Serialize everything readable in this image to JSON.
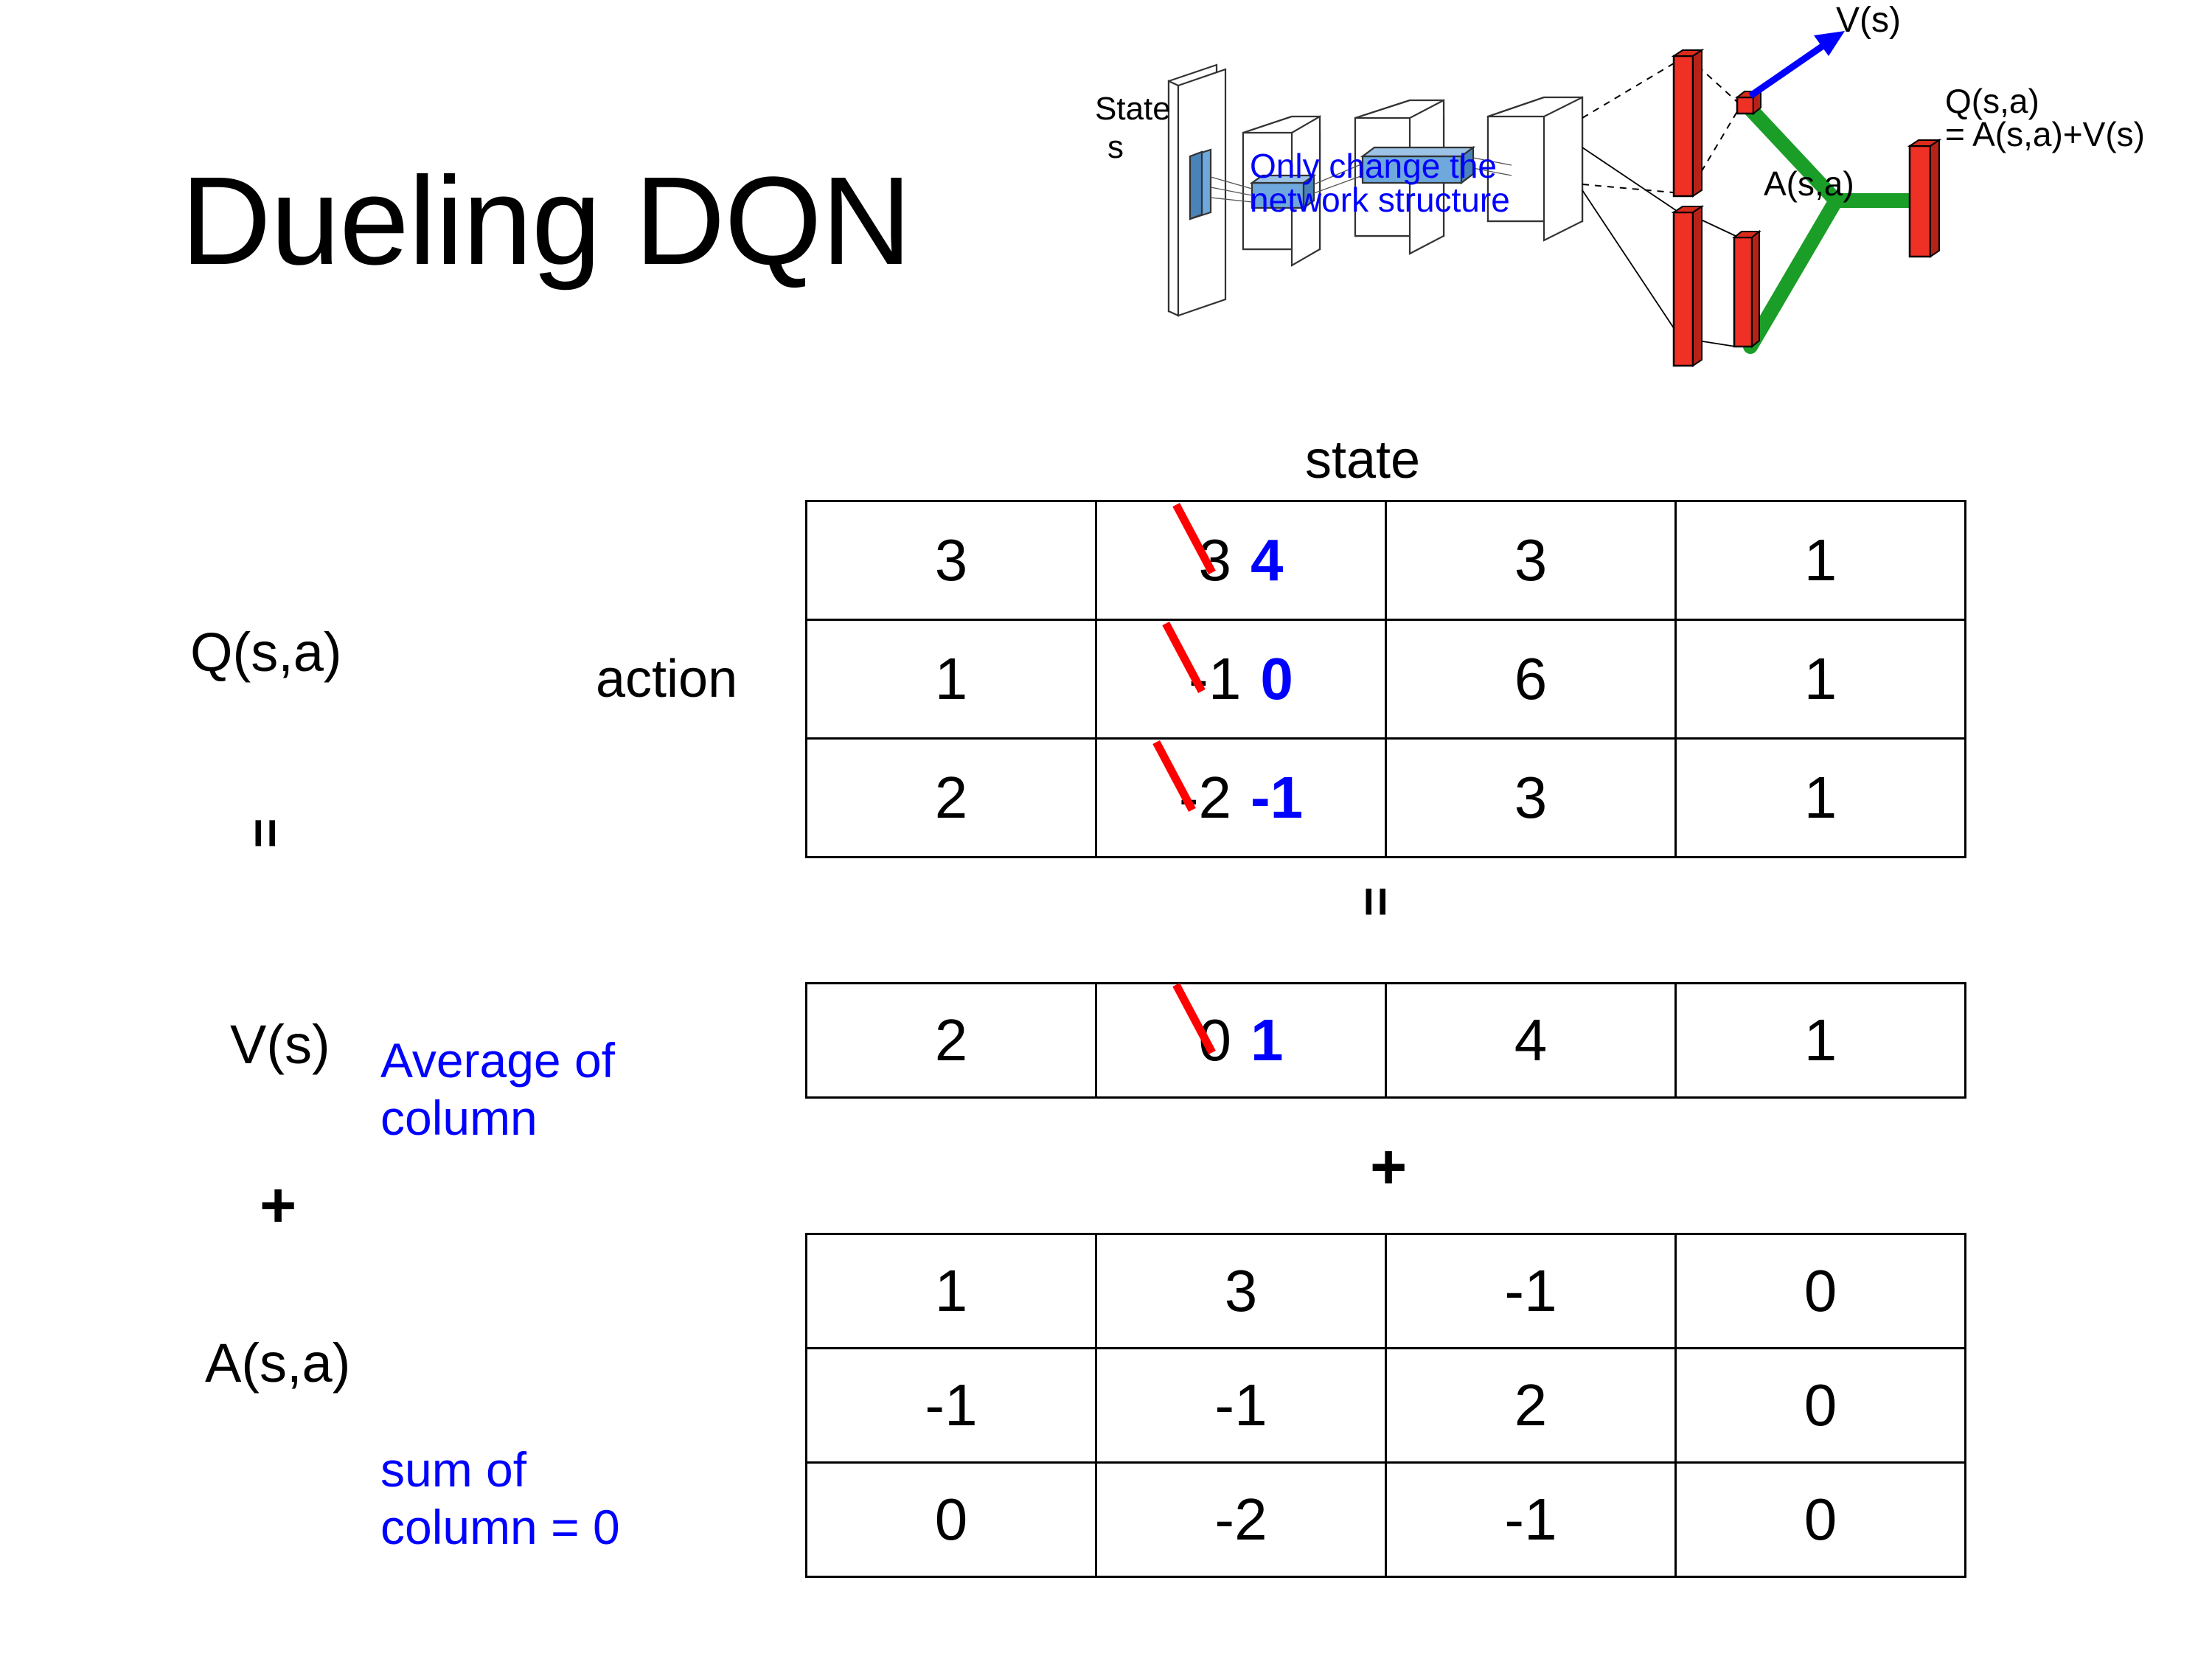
{
  "slide": {
    "title": "Dueling DQN"
  },
  "figure": {
    "state_label_line1": "State",
    "state_label_line2": "s",
    "note_line1": "Only change the",
    "note_line2": "network structure",
    "v_output_label": "V(s)",
    "a_output_label": "A(s,a)",
    "q_output_line1": "Q(s,a)",
    "q_output_line2": "= A(s,a)+V(s)",
    "colors": {
      "note": "#0000ff",
      "arrow": "#0000ff",
      "merge": "#1a9e27",
      "bars": "#ee3124",
      "blocks": "#6ea8dc"
    }
  },
  "labels": {
    "q_label": "Q(s,a)",
    "v_label": "V(s)",
    "a_label": "A(s,a)",
    "action_axis": "action",
    "state_axis": "state",
    "equals": "=",
    "plus": "+"
  },
  "annotations": {
    "average_of_column": "Average of\ncolumn",
    "sum_of_column": "sum of\ncolumn = 0",
    "color": "#0000ff"
  },
  "chart_data": {
    "type": "table",
    "title": "Dueling DQN  Q(s,a) = V(s) + A(s,a)",
    "xlabel": "state",
    "ylabel": "action",
    "edit_colors": {
      "struck": "#ff0000",
      "replacement": "#0000ff"
    },
    "tables": [
      {
        "name": "Q(s,a)",
        "rows": 3,
        "cols": 4,
        "values": [
          [
            "3",
            "3",
            "3",
            "1"
          ],
          [
            "1",
            "-1",
            "6",
            "1"
          ],
          [
            "2",
            "-2",
            "3",
            "1"
          ]
        ],
        "edits": [
          {
            "row": 0,
            "col": 1,
            "old": "3",
            "new": "4"
          },
          {
            "row": 1,
            "col": 1,
            "old": "-1",
            "new": "0"
          },
          {
            "row": 2,
            "col": 1,
            "old": "-2",
            "new": "-1"
          }
        ]
      },
      {
        "name": "V(s)",
        "rows": 1,
        "cols": 4,
        "values": [
          [
            "2",
            "0",
            "4",
            "1"
          ]
        ],
        "edits": [
          {
            "row": 0,
            "col": 1,
            "old": "0",
            "new": "1"
          }
        ]
      },
      {
        "name": "A(s,a)",
        "rows": 3,
        "cols": 4,
        "values": [
          [
            "1",
            "3",
            "-1",
            "0"
          ],
          [
            "-1",
            "-1",
            "2",
            "0"
          ],
          [
            "0",
            "-2",
            "-1",
            "0"
          ]
        ],
        "edits": []
      }
    ]
  }
}
